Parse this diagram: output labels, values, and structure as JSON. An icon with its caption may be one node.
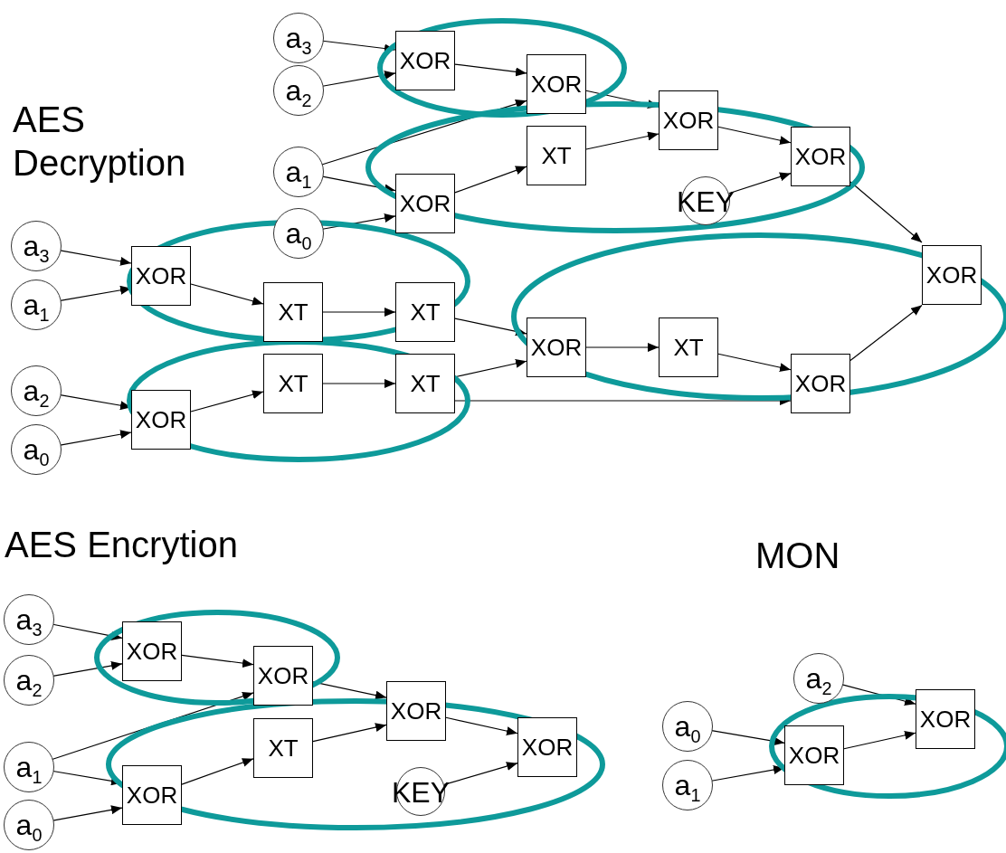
{
  "diagram": {
    "nodes": [
      {
        "text": [
          "a$_{3}$"
        ]
      },
      {
        "text": [
          "a$_{2}$"
        ]
      },
      {
        "text": [
          "a$_{1}$"
        ]
      },
      {
        "text": [
          "a$_{0}$"
        ]
      },
      {
        "text": [
          "XOR"
        ]
      },
      {
        "text": [
          "XOR"
        ]
      },
      {
        "text": [
          "XT"
        ]
      },
      {
        "text": [
          "XOR"
        ]
      },
      {
        "text": [
          "XOR"
        ]
      },
      {
        "text": [
          "XOR"
        ]
      },
      {
        "text": [
          "KEY"
        ]
      },
      {
        "text": [
          "a$_{3}$"
        ]
      },
      {
        "text": [
          "a$_{1}$"
        ]
      },
      {
        "text": [
          "a$_{2}$"
        ]
      },
      {
        "text": [
          "a$_{0}$"
        ]
      },
      {
        "text": [
          "XOR"
        ]
      },
      {
        "text": [
          "XT"
        ]
      },
      {
        "text": [
          "XT"
        ]
      },
      {
        "text": [
          "XOR"
        ]
      },
      {
        "text": [
          "XT"
        ]
      },
      {
        "text": [
          "XT"
        ]
      },
      {
        "text": [
          "XOR"
        ]
      },
      {
        "text": [
          "XT"
        ]
      },
      {
        "text": [
          "XOR"
        ]
      },
      {
        "text": [
          "XOR"
        ]
      },
      {
        "text": [
          "a$_{3}$"
        ]
      },
      {
        "text": [
          "a$_{2}$"
        ]
      },
      {
        "text": [
          "a$_{1}$"
        ]
      },
      {
        "text": [
          "a$_{0}$"
        ]
      },
      {
        "text": [
          "XOR"
        ]
      },
      {
        "text": [
          "XOR"
        ]
      },
      {
        "text": [
          "XT"
        ]
      },
      {
        "text": [
          "XOR"
        ]
      },
      {
        "text": [
          "XOR"
        ]
      },
      {
        "text": [
          "XOR"
        ]
      },
      {
        "text": [
          "KEY"
        ]
      },
      {
        "text": [
          "a$_{2}$"
        ]
      },
      {
        "text": [
          "a$_{0}$"
        ]
      },
      {
        "text": [
          "a$_{1}$"
        ]
      },
      {
        "text": [
          "XOR"
        ]
      },
      {
        "text": [
          "XOR"
        ]
      }
    ],
    "edges": [
      {
        "from": 0,
        "to": 4,
        "arrow": "to"
      },
      {
        "from": 1,
        "to": 4,
        "arrow": "to"
      },
      {
        "from": 4,
        "to": 5,
        "arrow": "to"
      },
      {
        "from": 2,
        "to": 5,
        "arrow": "to"
      },
      {
        "from": 2,
        "to": 7,
        "arrow": "to"
      },
      {
        "from": 3,
        "to": 7,
        "arrow": "to"
      },
      {
        "from": 7,
        "to": 6,
        "arrow": "to"
      },
      {
        "from": 5,
        "to": 8,
        "arrow": "to"
      },
      {
        "from": 6,
        "to": 8,
        "arrow": "to"
      },
      {
        "from": 8,
        "to": 9,
        "arrow": "to"
      },
      {
        "from": 10,
        "to": 9,
        "arrow": "to"
      },
      {
        "from": 9,
        "to": 24,
        "arrow": "to"
      },
      {
        "from": 11,
        "to": 15,
        "arrow": "to"
      },
      {
        "from": 12,
        "to": 15,
        "arrow": "to"
      },
      {
        "from": 15,
        "to": 16,
        "arrow": "to"
      },
      {
        "from": 16,
        "to": 17,
        "arrow": "to"
      },
      {
        "from": 13,
        "to": 18,
        "arrow": "to"
      },
      {
        "from": 14,
        "to": 18,
        "arrow": "to"
      },
      {
        "from": 18,
        "to": 19,
        "arrow": "to"
      },
      {
        "from": 19,
        "to": 20,
        "arrow": "to"
      },
      {
        "from": 17,
        "to": 21,
        "arrow": "to"
      },
      {
        "from": 20,
        "to": 21,
        "arrow": "to"
      },
      {
        "from": 21,
        "to": 22,
        "arrow": "to"
      },
      {
        "from": 22,
        "to": 23,
        "arrow": "to"
      },
      {
        "from": 20,
        "to": 23,
        "arrow": "to"
      },
      {
        "from": 23,
        "to": 24,
        "arrow": "to"
      },
      {
        "from": 25,
        "to": 29,
        "arrow": "to"
      },
      {
        "from": 26,
        "to": 29,
        "arrow": "to"
      },
      {
        "from": 29,
        "to": 30,
        "arrow": "to"
      },
      {
        "from": 27,
        "to": 30,
        "arrow": "to"
      },
      {
        "from": 27,
        "to": 32,
        "arrow": "to"
      },
      {
        "from": 28,
        "to": 32,
        "arrow": "to"
      },
      {
        "from": 32,
        "to": 31,
        "arrow": "to"
      },
      {
        "from": 30,
        "to": 33,
        "arrow": "to"
      },
      {
        "from": 31,
        "to": 33,
        "arrow": "to"
      },
      {
        "from": 33,
        "to": 34,
        "arrow": "to"
      },
      {
        "from": 35,
        "to": 34,
        "arrow": "to"
      },
      {
        "from": 37,
        "to": 39,
        "arrow": "to"
      },
      {
        "from": 38,
        "to": 39,
        "arrow": "to"
      },
      {
        "from": 36,
        "to": 40,
        "arrow": "to"
      },
      {
        "from": 39,
        "to": 40,
        "arrow": "to"
      }
    ],
    "labels": [
      "AES Decryption",
      "AES Encrytion",
      "MON"
    ]
  }
}
